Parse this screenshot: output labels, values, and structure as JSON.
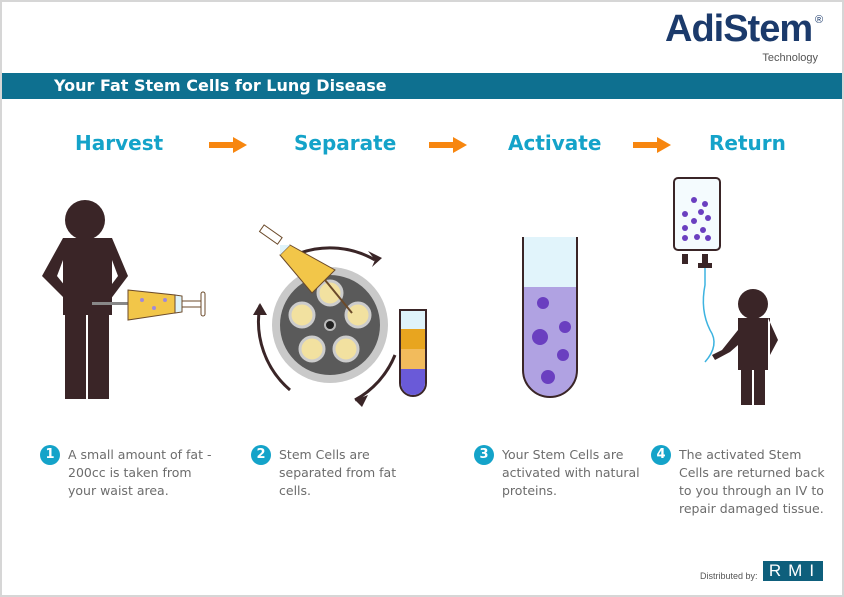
{
  "logo": {
    "name": "AdiStem",
    "registered": "®",
    "subtitle": "Technology"
  },
  "banner": {
    "title": "Your Fat Stem Cells for Lung Disease"
  },
  "steps": [
    {
      "number": "1",
      "title": "Harvest",
      "description": "A small amount of fat - 200cc is taken from your waist area."
    },
    {
      "number": "2",
      "title": "Separate",
      "description": "Stem Cells are separated from fat cells."
    },
    {
      "number": "3",
      "title": "Activate",
      "description": "Your Stem Cells are activated with natural proteins."
    },
    {
      "number": "4",
      "title": "Return",
      "description": "The activated Stem Cells are returned back to you through an IV to repair damaged tissue."
    }
  ],
  "footer": {
    "distributed_by": "Distributed by:",
    "distributor": "RMI"
  },
  "colors": {
    "accent": "#14a3c9",
    "banner": "#0e7090",
    "arrow": "#f7860f",
    "figure": "#3a2527",
    "cells": "#6a3fc0"
  }
}
